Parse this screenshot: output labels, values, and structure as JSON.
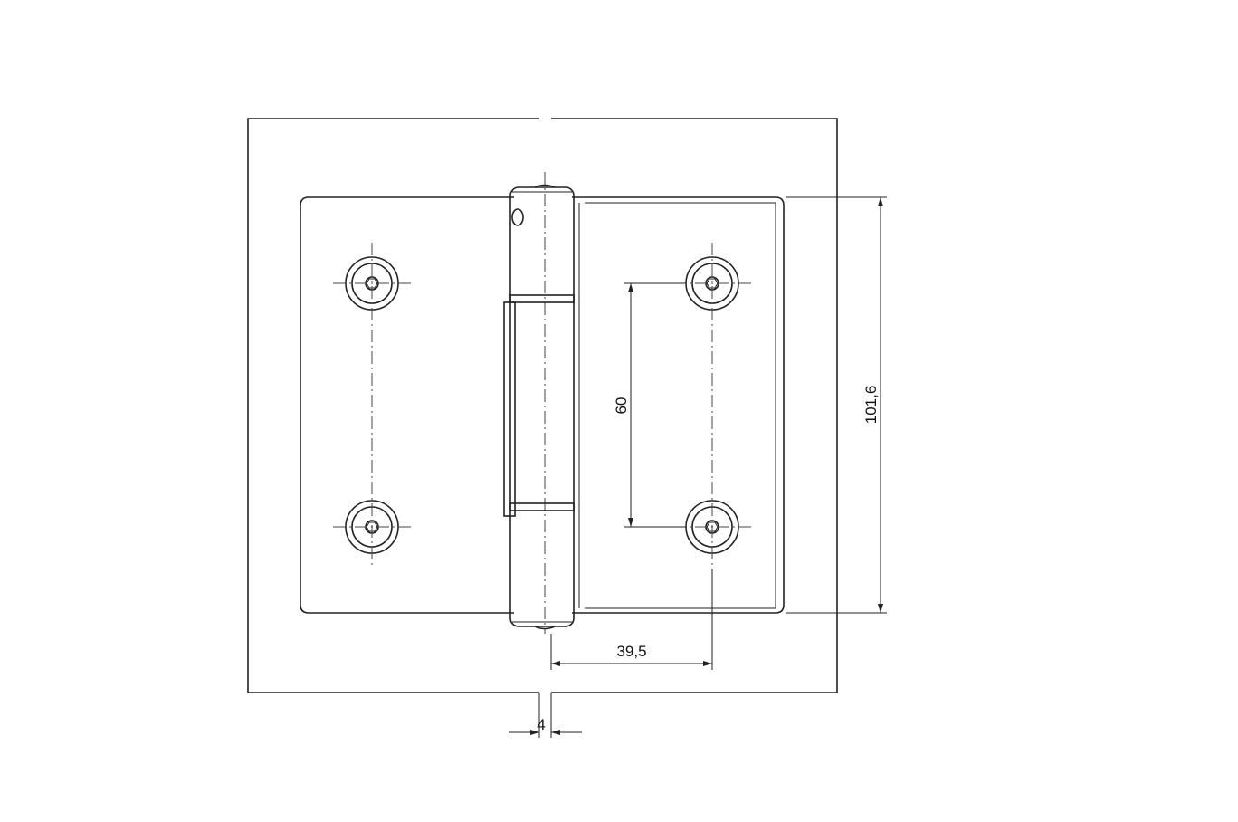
{
  "drawing": {
    "dimensions": {
      "height": "101,6",
      "hole_spacing": "60",
      "offset": "39,5",
      "gap": "4"
    }
  }
}
